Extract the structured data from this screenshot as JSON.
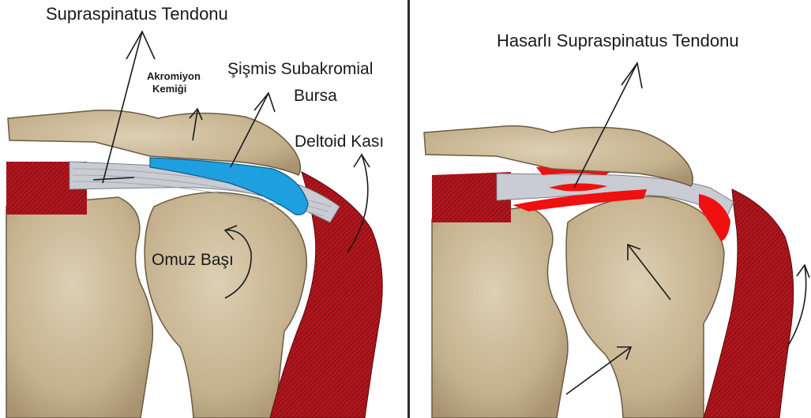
{
  "left_panel": {
    "supraspinatus_label": "Supraspinatus Tendonu",
    "acromion_label_line1": "Akromiyon",
    "acromion_label_line2": "Kemiği",
    "bursa_label_line1": "Şişmis Subakromial",
    "bursa_label_line2": "Bursa",
    "deltoid_label": "Deltoid Kası",
    "humeral_head_label": "Omuz Başı"
  },
  "right_panel": {
    "damaged_tendon_label": "Hasarlı Supraspinatus Tendonu"
  },
  "colors": {
    "bone": "#cdbb9a",
    "bone_shadow": "#8c7a5c",
    "muscle": "#b0161c",
    "tendon": "#c9ccd3",
    "bursa_swollen": "#1e9fe0",
    "inflammation": "#f01010"
  }
}
